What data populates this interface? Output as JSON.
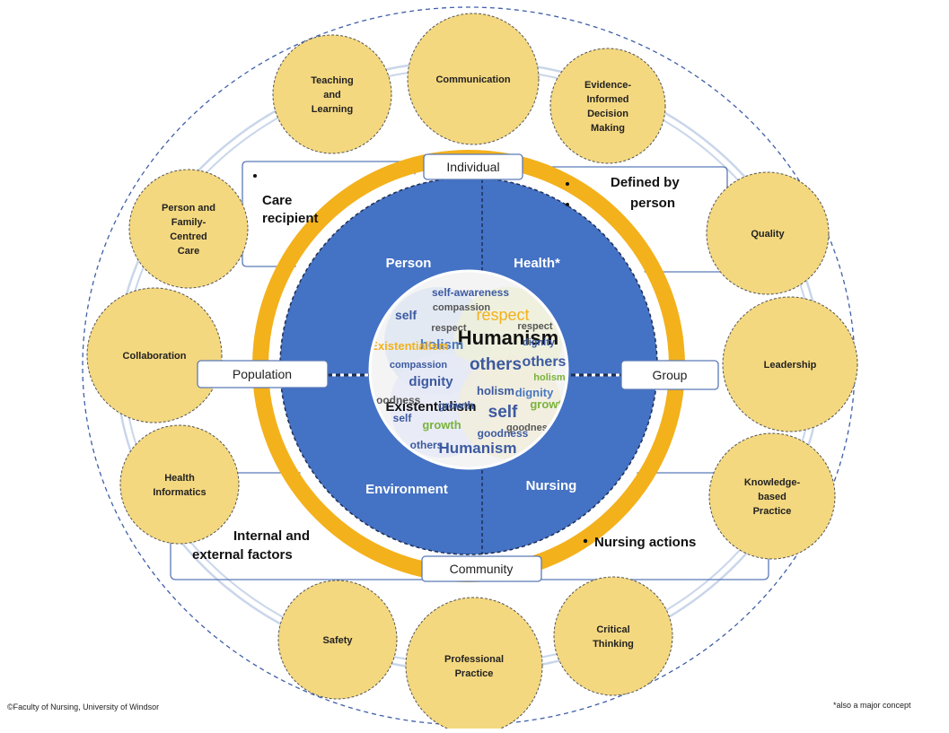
{
  "colors": {
    "satellite_fill": "#f4d87f",
    "ring": "#f3b11c",
    "blue": "#4472c4",
    "box_border": "#5a7ab8",
    "outer_dash": "#3f5fa8"
  },
  "satellites": [
    {
      "id": "teaching",
      "lines": [
        "Teaching",
        "and",
        "Learning"
      ]
    },
    {
      "id": "communication",
      "lines": [
        "Communication"
      ]
    },
    {
      "id": "evidence",
      "lines": [
        "Evidence-",
        "Informed",
        "Decision",
        "Making"
      ]
    },
    {
      "id": "quality",
      "lines": [
        "Quality"
      ]
    },
    {
      "id": "leadership",
      "lines": [
        "Leadership"
      ]
    },
    {
      "id": "knowledge",
      "lines": [
        "Knowledge-",
        "based",
        "Practice"
      ]
    },
    {
      "id": "critical",
      "lines": [
        "Critical",
        "Thinking"
      ]
    },
    {
      "id": "professional",
      "lines": [
        "Professional",
        "Practice"
      ]
    },
    {
      "id": "safety",
      "lines": [
        "Safety"
      ]
    },
    {
      "id": "informatics",
      "lines": [
        "Health",
        "Informatics"
      ]
    },
    {
      "id": "collaboration",
      "lines": [
        "Collaboration"
      ]
    },
    {
      "id": "personfamily",
      "lines": [
        "Person and",
        "Family-",
        "Centred",
        "Care"
      ]
    }
  ],
  "quadrants": {
    "person": "Person",
    "health": "Health*",
    "environment": "Environment",
    "nursing": "Nursing"
  },
  "boxes": {
    "individual": "Individual",
    "population": "Population",
    "group": "Group",
    "community": "Community"
  },
  "annotations": {
    "care_recipient": [
      "Care",
      "recipient"
    ],
    "defined_by_person": [
      "Defined by",
      "person"
    ],
    "internal_external": [
      "Internal and",
      "external factors"
    ],
    "nursing_actions": "Nursing actions"
  },
  "word_cloud": {
    "words": [
      "Humanism",
      "others",
      "self",
      "dignity",
      "holism",
      "growth",
      "Existentialism",
      "respect",
      "self-awareness",
      "compassion",
      "goodness",
      "Humanism",
      "others",
      "self",
      "dignity",
      "holism",
      "growth",
      "Existentialism",
      "respect",
      "compassion",
      "goodness",
      "self",
      "others",
      "dignity",
      "holism",
      "growth",
      "respect",
      "goodness"
    ]
  },
  "footer": {
    "copyright": "©Faculty of Nursing, University of Windsor",
    "note": "*also a major concept"
  }
}
